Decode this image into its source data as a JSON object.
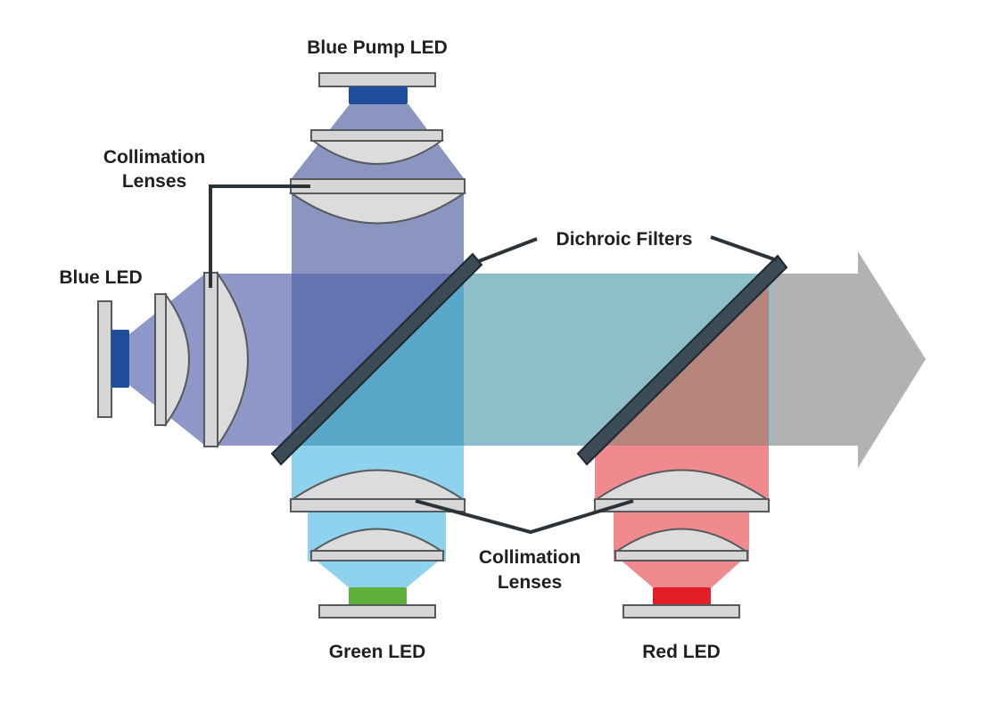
{
  "labels": {
    "blue_pump_led": "Blue Pump LED",
    "collimation_top_line1": "Collimation",
    "collimation_top_line2": "Lenses",
    "blue_led": "Blue LED",
    "dichroic_filters": "Dichroic Filters",
    "collimation_bottom_line1": "Collimation",
    "collimation_bottom_line2": "Lenses",
    "green_led": "Green LED",
    "red_led": "Red LED"
  },
  "colors": {
    "blue_led": "#1f4e9c",
    "green_led": "#5db13a",
    "red_led": "#e41e26",
    "blue_beam": "#8e97c8",
    "pump_beam": "#8a95c0",
    "green_beam": "#8fd2ee",
    "red_beam": "#f08a8f",
    "output_arrow": "#b3b2b2",
    "mount_gray": "#d6d6d6",
    "filter_dark": "#3d4b57"
  }
}
